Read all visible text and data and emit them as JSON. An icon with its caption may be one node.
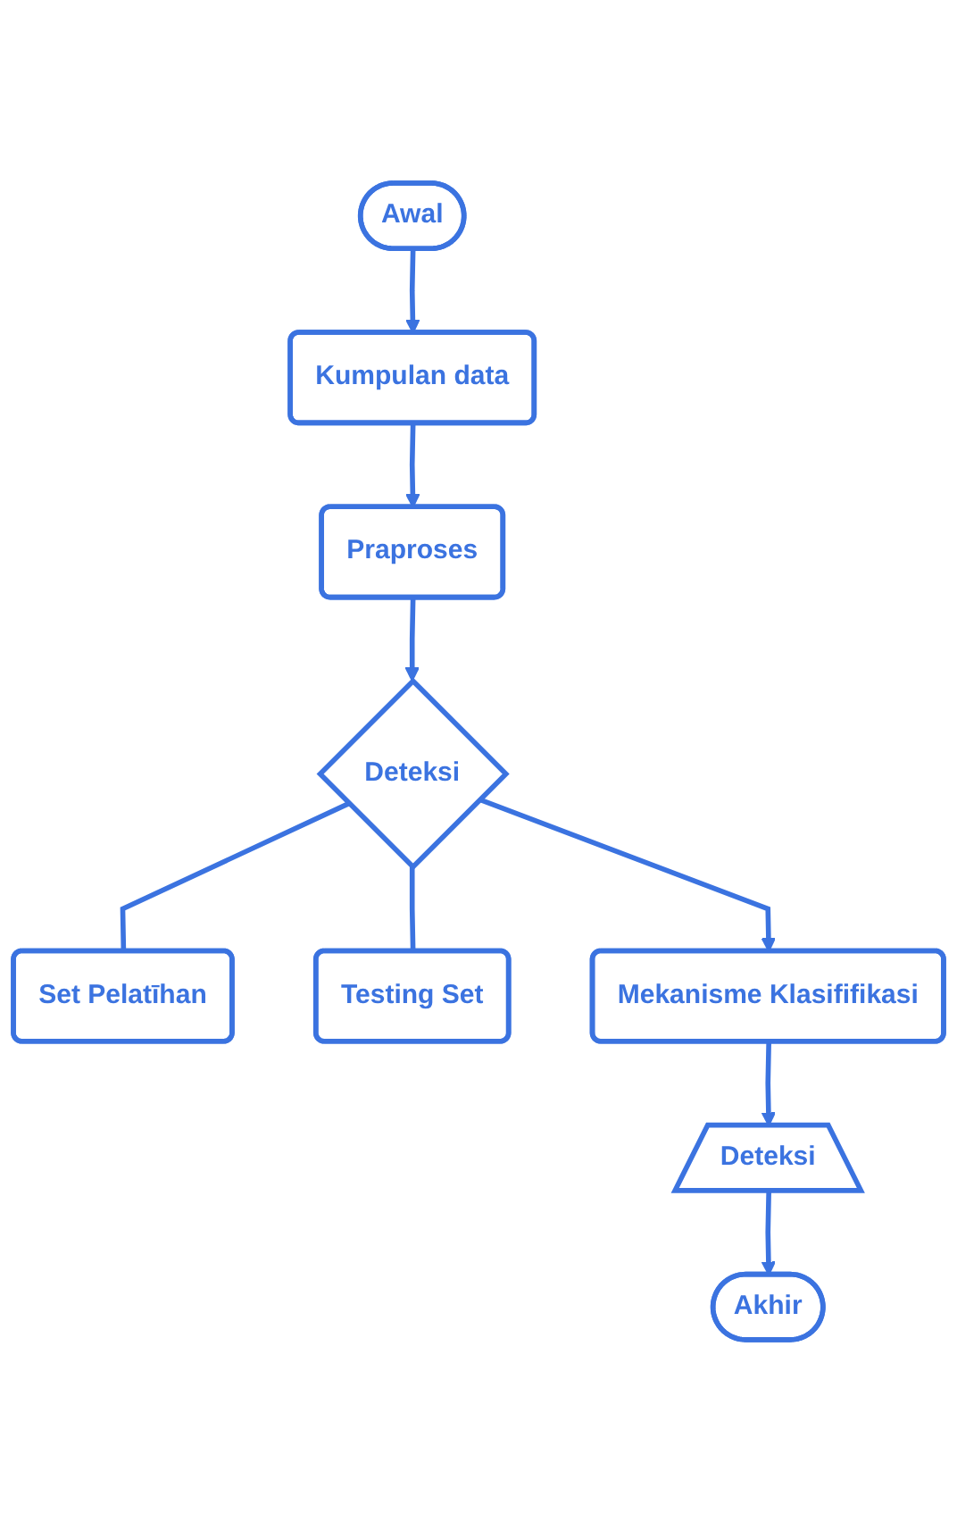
{
  "diagram": {
    "nodes": [
      {
        "text": [
          "Awal"
        ]
      },
      {
        "text": [
          "Kumpulan data"
        ]
      },
      {
        "text": [
          "Praproses"
        ]
      },
      {
        "text": [
          "Set Pelatīhan"
        ]
      },
      {
        "text": [
          "Deteksi"
        ]
      },
      {
        "text": [
          "Testing Set"
        ]
      },
      {
        "text": [
          "Mekanisme Klasififikasi"
        ]
      },
      {
        "text": [
          "Deteksi"
        ]
      },
      {
        "text": [
          "Akhir"
        ]
      }
    ],
    "edges": [
      {
        "from": 0,
        "to": 1,
        "arrow": "to"
      },
      {
        "from": 1,
        "to": 2,
        "arrow": "to"
      },
      {
        "from": 2,
        "to": 4,
        "arrow": "to"
      },
      {
        "from": 4,
        "to": 3,
        "arrow": "none"
      },
      {
        "from": 4,
        "to": 5,
        "arrow": "none"
      },
      {
        "from": 4,
        "to": 6,
        "arrow": "to"
      },
      {
        "from": 6,
        "to": 7,
        "arrow": "to"
      },
      {
        "from": 7,
        "to": 8,
        "arrow": "to"
      }
    ]
  }
}
